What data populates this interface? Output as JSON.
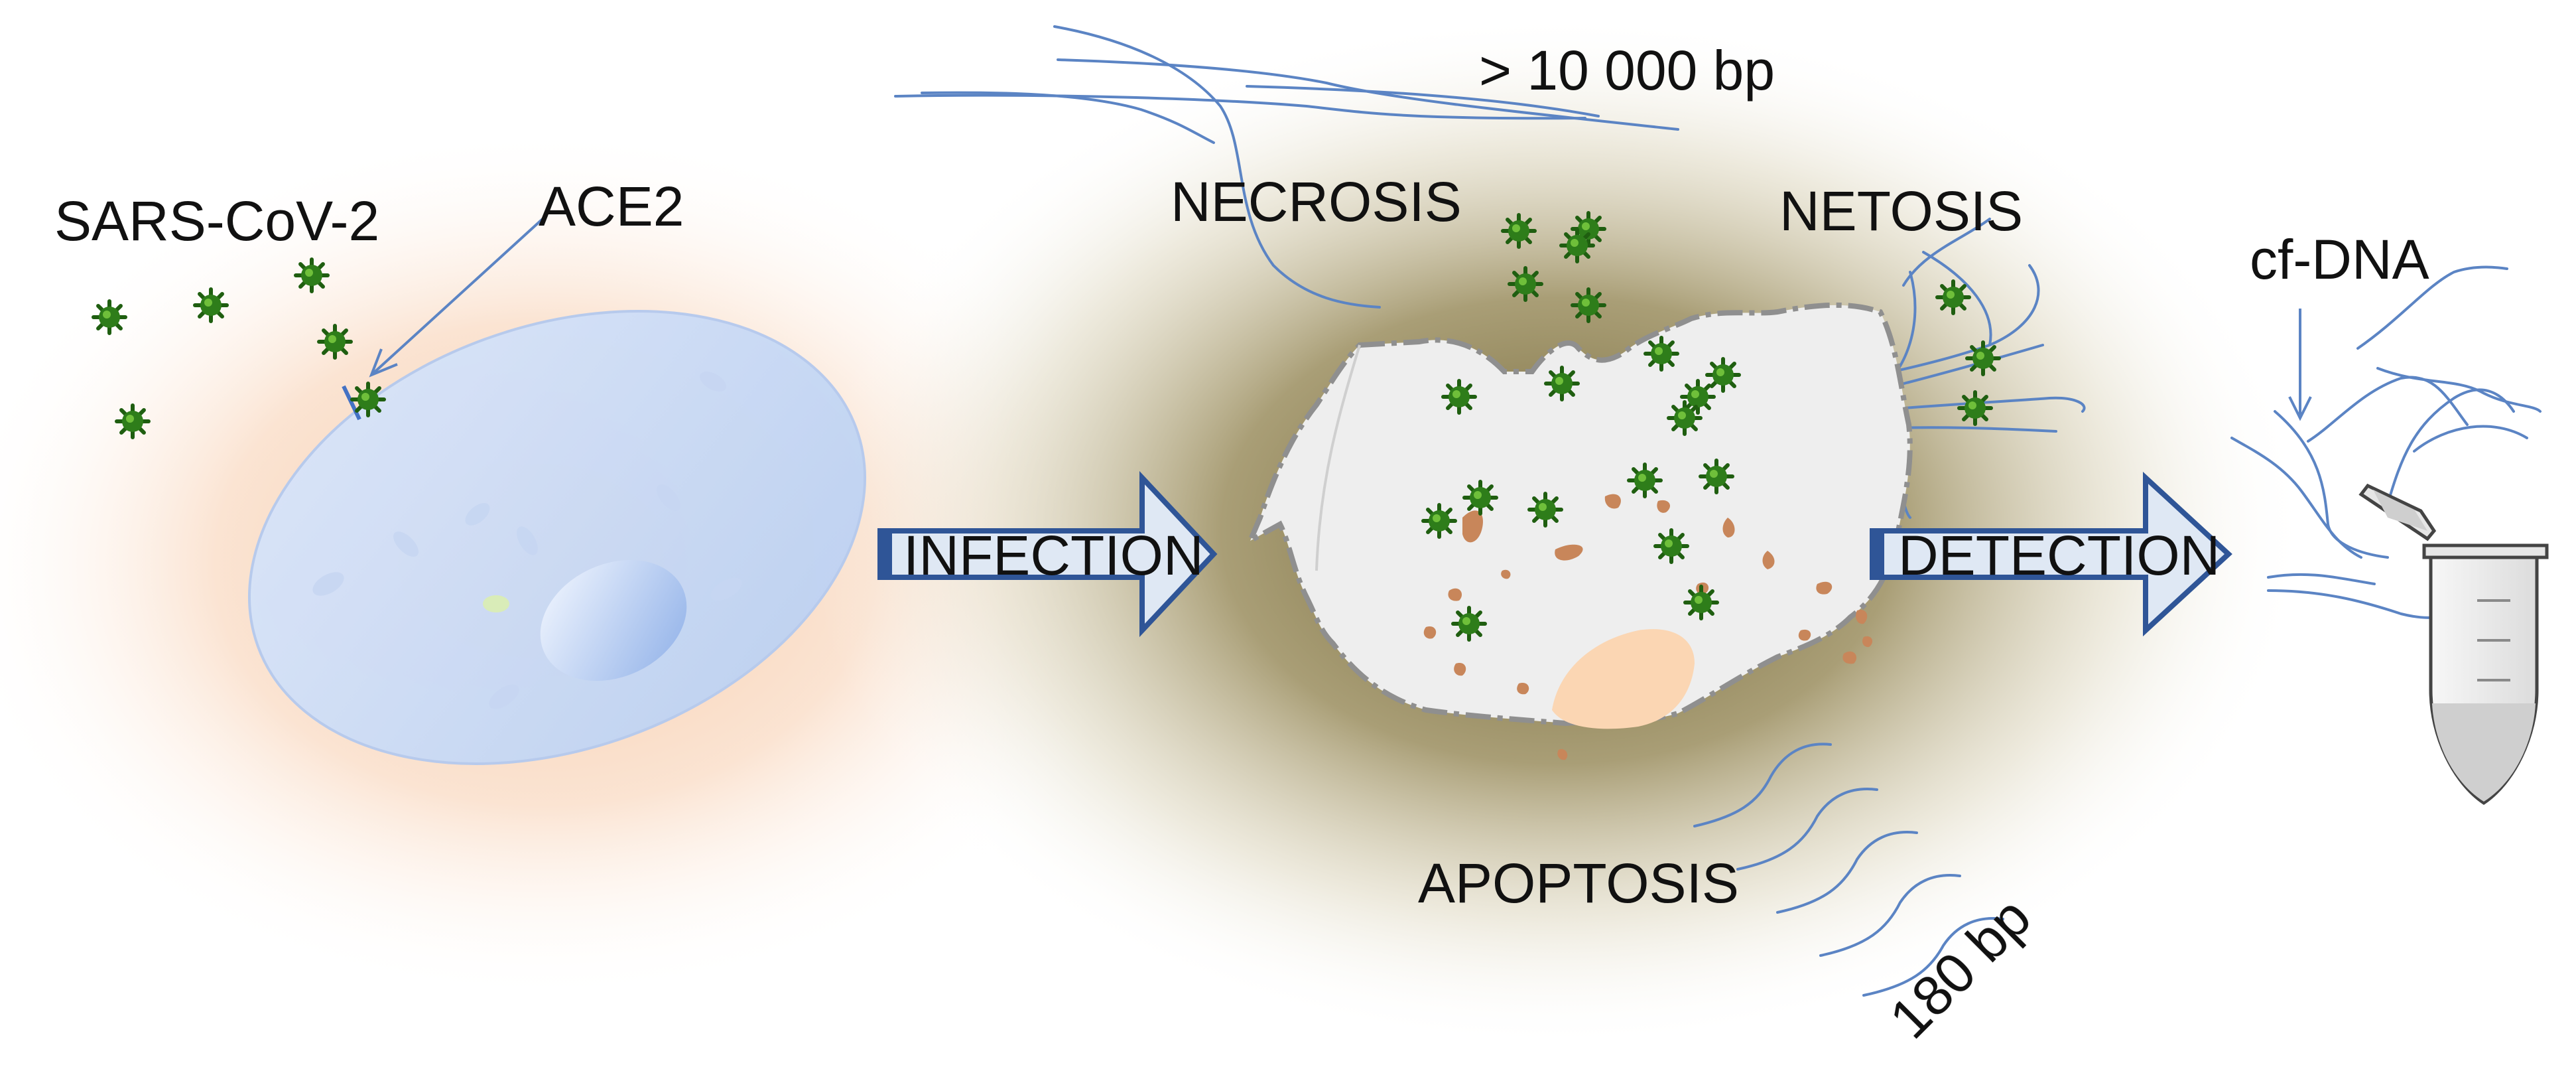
{
  "labels": {
    "virus": "SARS-CoV-2",
    "receptor": "ACE2",
    "necrosis": "NECROSIS",
    "netosis": "NETOSIS",
    "apoptosis": "APOPTOSIS",
    "long_fragment": "> 10 000 bp",
    "short_fragment": "180 bp",
    "cfdna": "cf-DNA"
  },
  "arrows": {
    "infection": "INFECTION",
    "detection": "DETECTION"
  },
  "colors": {
    "dna": "#5b84c4",
    "virus": "#2e7d1a",
    "arrow_fill": "#dfe8f4",
    "arrow_stroke": "#2f5597",
    "healthy_cell": "#c9daf6",
    "infection_glow": "#f6c8a4",
    "damage_glow": "#8a7a45",
    "damaged_cell": "#eeeeee",
    "debris": "#c8865a"
  },
  "icons": {
    "virus": "virus-particle-icon",
    "tube": "sample-tube-icon"
  }
}
